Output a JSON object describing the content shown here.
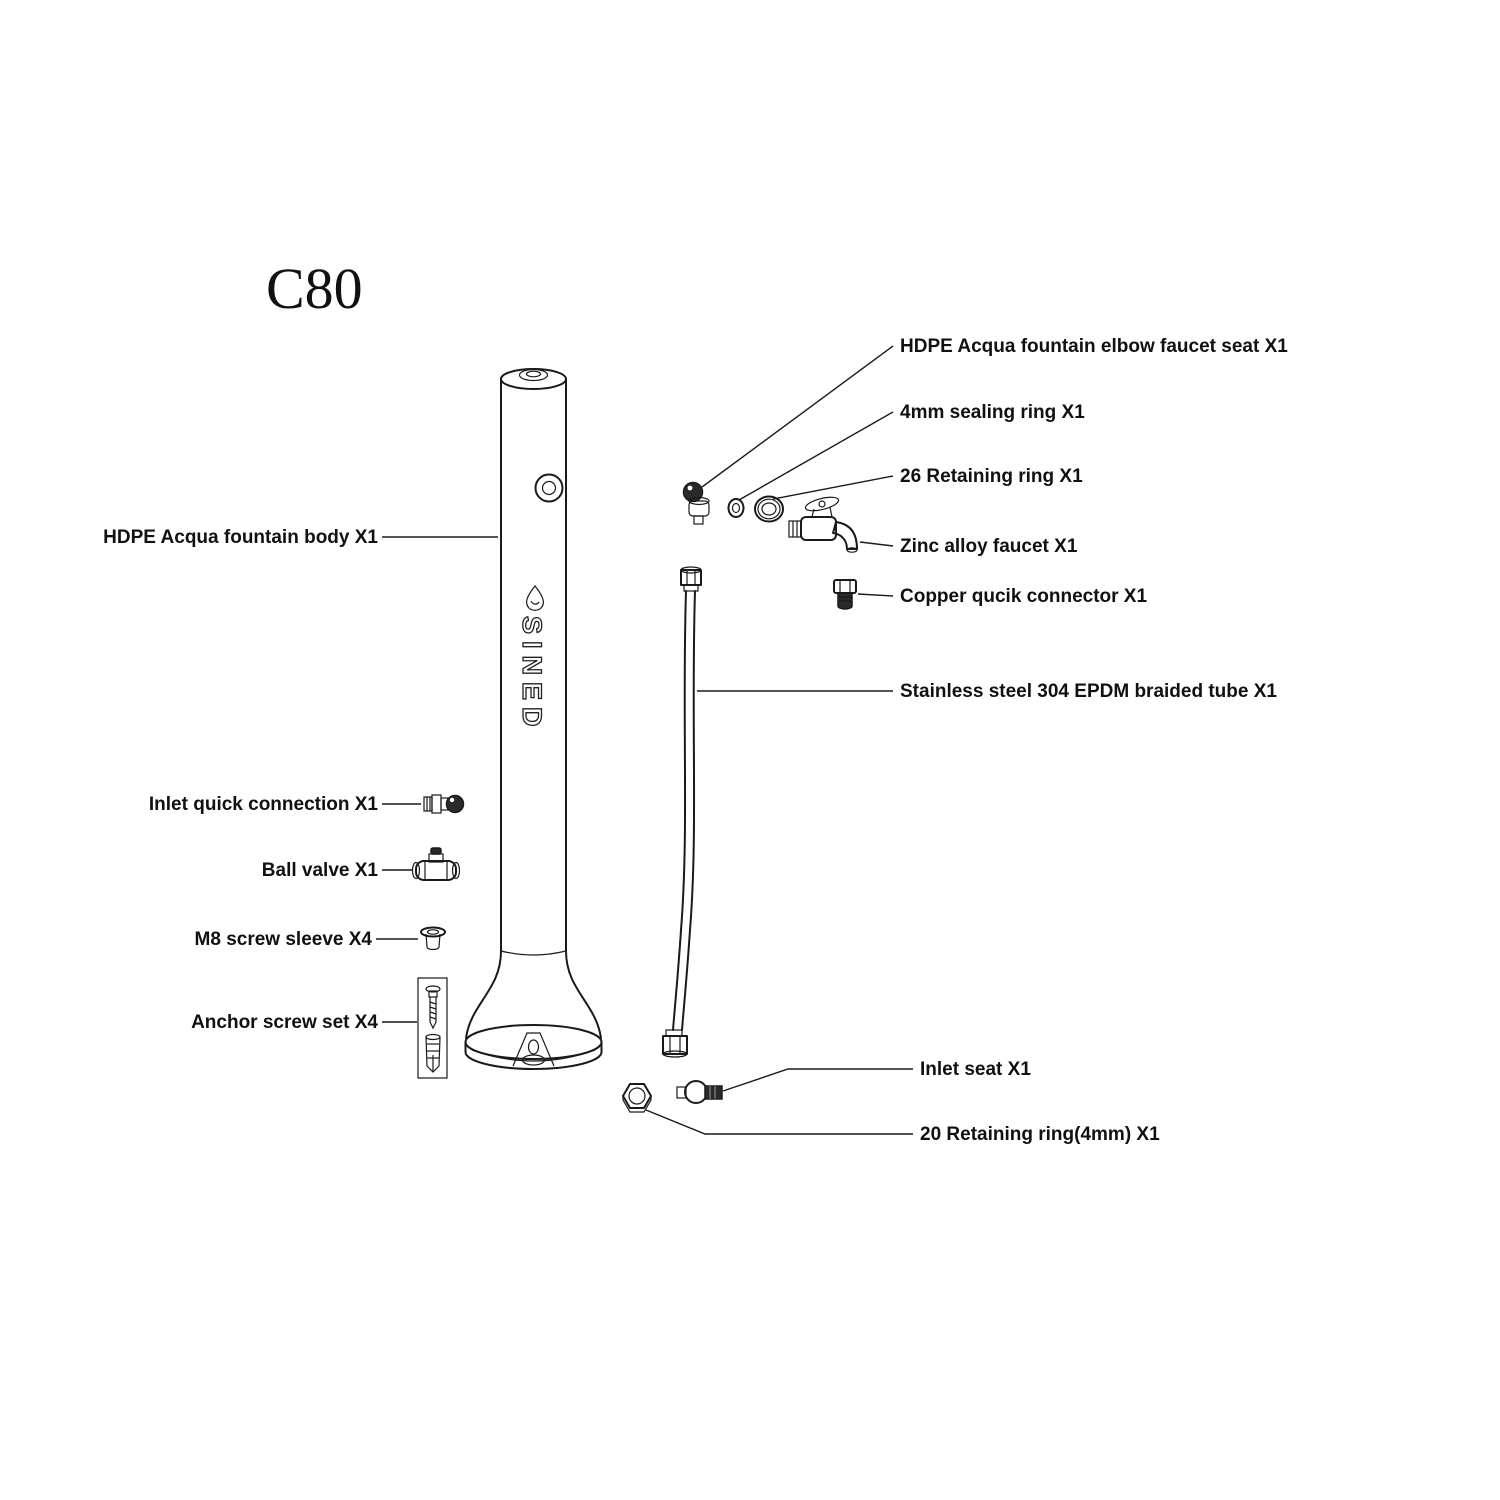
{
  "diagram": {
    "title": "C80",
    "brand": "SINED",
    "labels": {
      "fountain_body": "HDPE Acqua fountain body X1",
      "inlet_quick_connection": "Inlet quick connection X1",
      "ball_valve": "Ball valve X1",
      "m8_screw_sleeve": "M8 screw sleeve X4",
      "anchor_screw_set": "Anchor screw set X4",
      "elbow_faucet_seat": "HDPE Acqua fountain elbow faucet seat X1",
      "sealing_ring_4mm": "4mm sealing ring X1",
      "retaining_ring_26": "26 Retaining ring X1",
      "zinc_alloy_faucet": "Zinc alloy faucet X1",
      "copper_quick_connector": "Copper qucik connector X1",
      "braided_tube": "Stainless steel 304 EPDM braided tube X1",
      "inlet_seat": "Inlet seat X1",
      "retaining_ring_20": "20 Retaining ring(4mm) X1"
    },
    "colors": {
      "line": "#1a1a1a",
      "background": "#ffffff"
    }
  }
}
